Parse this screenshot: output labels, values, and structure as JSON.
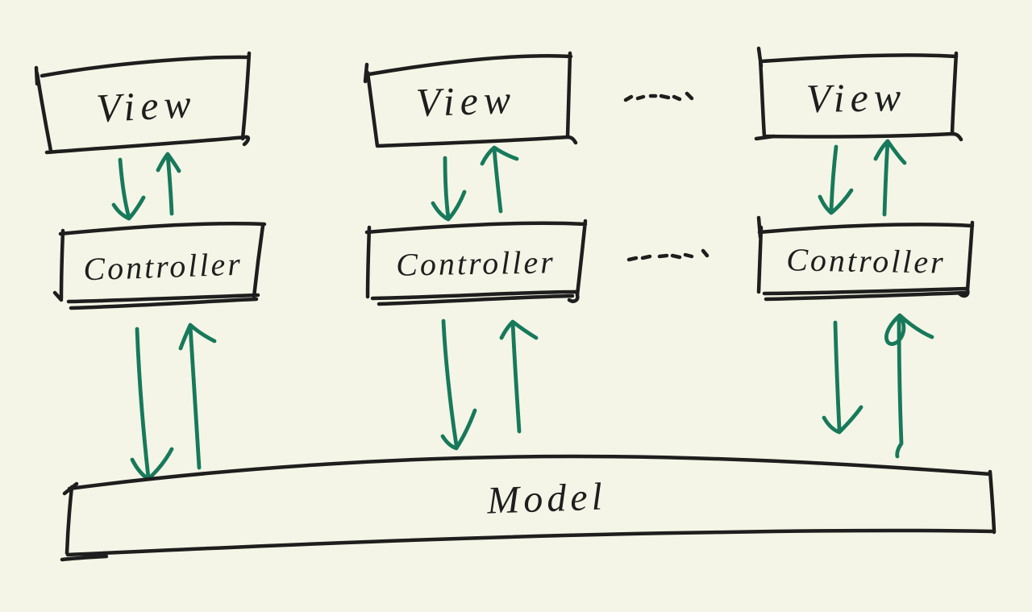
{
  "colors": {
    "background": "#f4f5e6",
    "ink": "#1e1e1e",
    "arrow": "#17795b"
  },
  "diagram": {
    "type": "hand-drawn MVC architecture sketch",
    "views": [
      {
        "label": "View"
      },
      {
        "label": "View"
      },
      {
        "label": "View"
      }
    ],
    "controllers": [
      {
        "label": "Controller"
      },
      {
        "label": "Controller"
      },
      {
        "label": "Controller"
      }
    ],
    "model": {
      "label": "Model"
    },
    "connections": [
      {
        "from": "View 1",
        "to": "Controller 1",
        "bidirectional": true
      },
      {
        "from": "View 2",
        "to": "Controller 2",
        "bidirectional": true
      },
      {
        "from": "View 3",
        "to": "Controller 3",
        "bidirectional": true
      },
      {
        "from": "Controller 1",
        "to": "Model",
        "bidirectional": true
      },
      {
        "from": "Controller 2",
        "to": "Model",
        "bidirectional": true
      },
      {
        "from": "Controller 3",
        "to": "Model",
        "bidirectional": true
      }
    ],
    "ellipsis_rows": 2
  }
}
